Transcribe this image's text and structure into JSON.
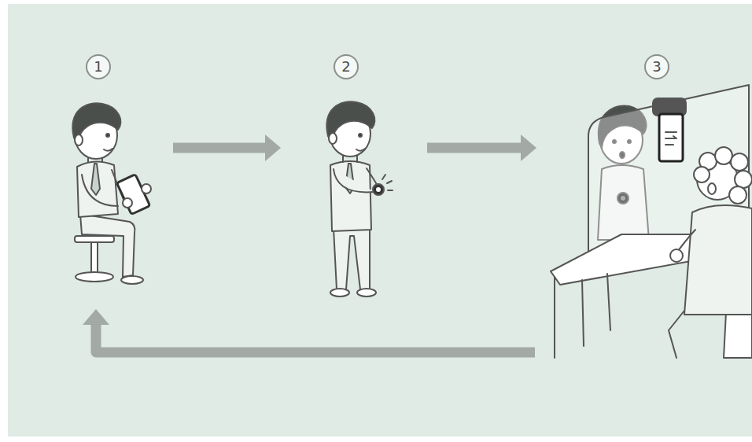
{
  "diagram": {
    "nodes": [
      {
        "text": [
          "1"
        ]
      },
      {
        "text": [
          "2"
        ]
      },
      {
        "text": [
          "3"
        ]
      }
    ],
    "edges": [
      {
        "from": 0,
        "to": 1,
        "arrow": "to"
      },
      {
        "from": 1,
        "to": 2,
        "arrow": "to"
      },
      {
        "from": 2,
        "to": 0,
        "arrow": "to"
      }
    ]
  }
}
